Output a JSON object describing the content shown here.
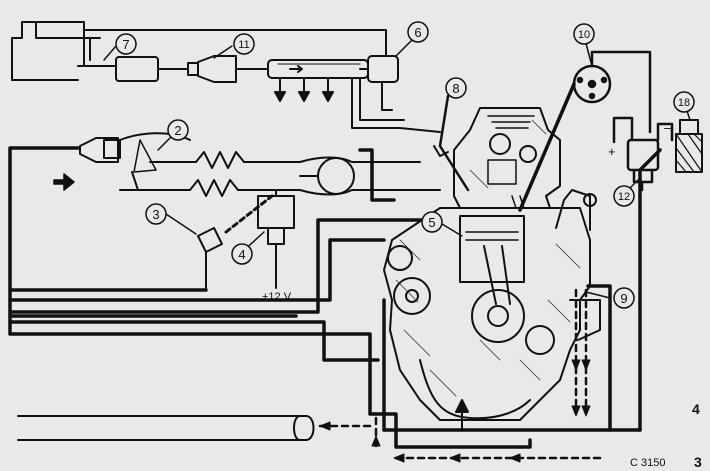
{
  "diagram": {
    "callouts": [
      "2",
      "3",
      "4",
      "5",
      "6",
      "7",
      "8",
      "9",
      "10",
      "11",
      "12",
      "18"
    ],
    "supply_label": "+12 V",
    "plus_sign": "+",
    "minus_sign": "–",
    "figure_code": "C 3150",
    "page_marker_top": "4",
    "page_marker_bottom": "3"
  },
  "colors": {
    "ink": "#111111",
    "paper": "#e9e9e7"
  }
}
